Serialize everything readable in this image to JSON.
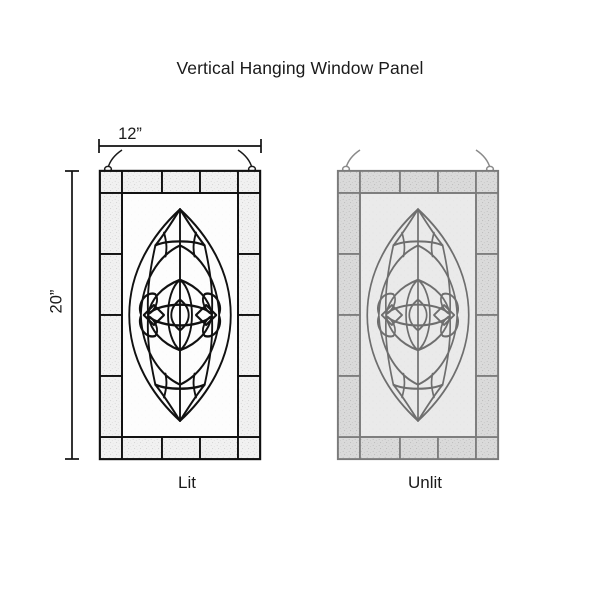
{
  "header": {
    "title": "Vertical Hanging Window Panel"
  },
  "dimensions": {
    "width_label": "12”",
    "height_label": "20”",
    "width_value": 12,
    "height_value": 20,
    "unit": "inches"
  },
  "panels": [
    {
      "id": "lit",
      "caption": "Lit",
      "state": "lit",
      "glass_fill": "#fdfdfd",
      "border_tile_fill": "#f0f0f0",
      "lead_line_color": "#111111",
      "lead_line_width": 2.1,
      "hanger_color": "#1a1a1a"
    },
    {
      "id": "unlit",
      "caption": "Unlit",
      "state": "unlit",
      "glass_fill": "#e9e9e9",
      "border_tile_fill": "#d9d9d9",
      "lead_line_color": "#6e6e6e",
      "lead_line_width": 1.9,
      "hanger_color": "#8a8a8a"
    }
  ],
  "style": {
    "background": "#ffffff",
    "text_color": "#1b1b1b",
    "dimension_line_color": "#111111"
  }
}
